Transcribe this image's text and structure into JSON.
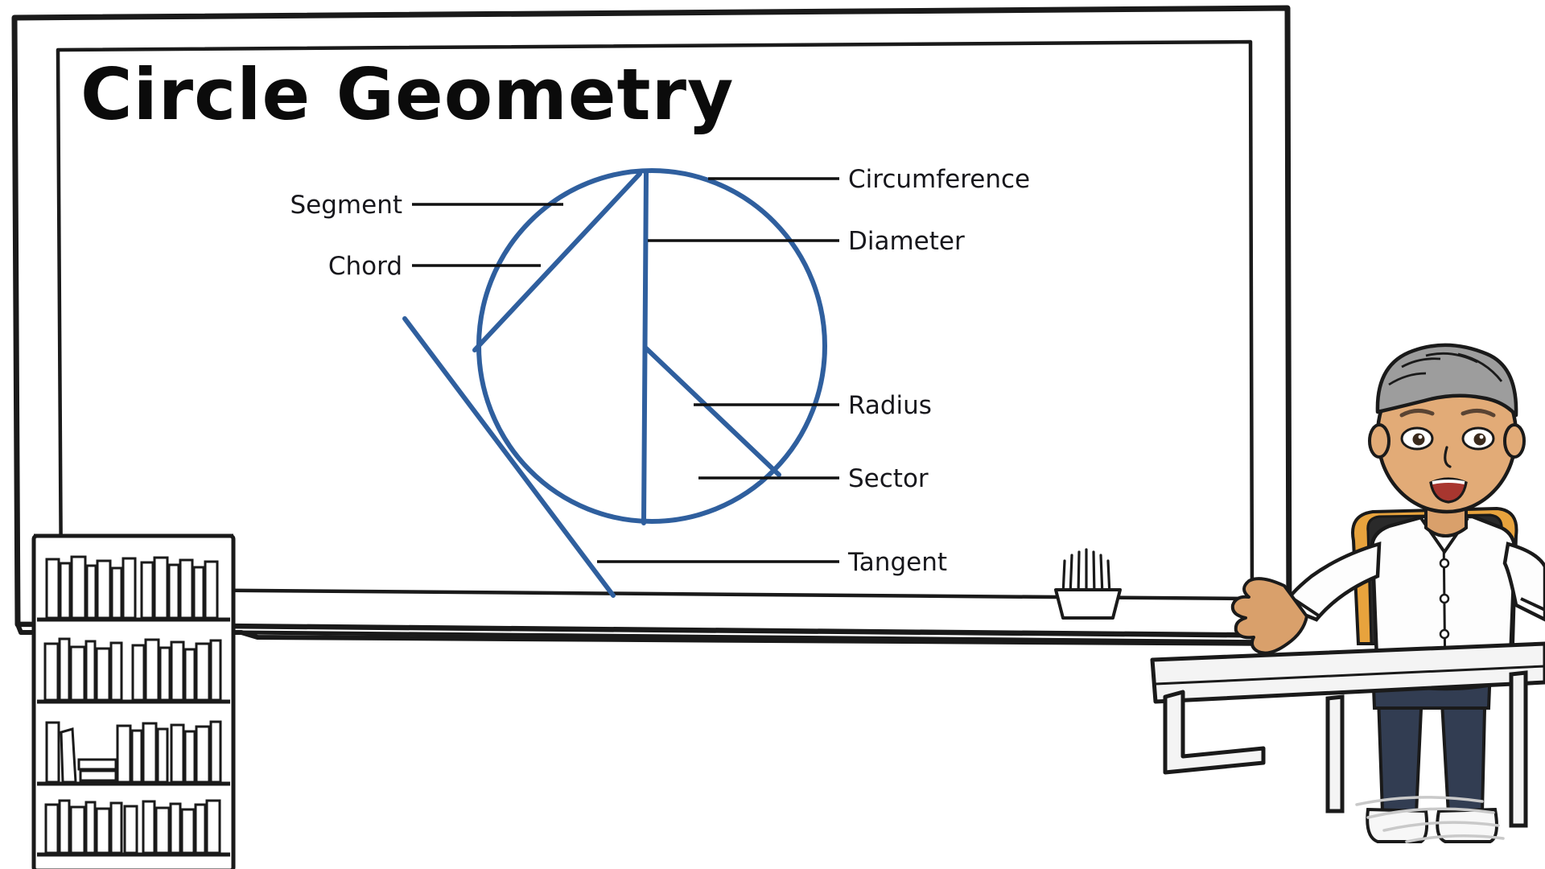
{
  "scene": {
    "background_color": "#ffffff",
    "description": "Classroom whiteboard lesson scene"
  },
  "whiteboard": {
    "name": "whiteboard",
    "frame_color": "#1a1a1a",
    "surface_color": "#ffffff",
    "title": "Circle Geometry"
  },
  "diagram": {
    "name": "circle-geometry-diagram",
    "stroke_color": "#2f5f9e",
    "leader_color": "#111111",
    "label_color": "#17171c",
    "labels_left": [
      {
        "id": "segment",
        "text": "Segment"
      },
      {
        "id": "chord",
        "text": "Chord"
      }
    ],
    "labels_right": [
      {
        "id": "circumference",
        "text": "Circumference"
      },
      {
        "id": "diameter",
        "text": "Diameter"
      },
      {
        "id": "radius",
        "text": "Radius"
      },
      {
        "id": "sector",
        "text": "Sector"
      },
      {
        "id": "tangent",
        "text": "Tangent"
      }
    ]
  },
  "bookshelf": {
    "name": "bookshelf",
    "shelf_count": 4,
    "outline_color": "#1a1a1a",
    "fill_color": "#ffffff"
  },
  "pencil_cup": {
    "name": "pencil-cup",
    "outline_color": "#1a1a1a"
  },
  "desk": {
    "name": "desk",
    "top_color": "#f2f2f2",
    "outline_color": "#1a1a1a"
  },
  "avatar": {
    "name": "teacher-avatar",
    "skin_color": "#d9a06b",
    "hair_color": "#9b9b9b",
    "shirt_color": "#fdfdfd",
    "pants_color": "#2e3a4e",
    "chair_color": "#e6a23c",
    "shoe_color": "#f5f5f5"
  },
  "chart_data": {
    "type": "diagram",
    "title": "Circle Geometry",
    "annotations": [
      "Segment",
      "Chord",
      "Circumference",
      "Diameter",
      "Radius",
      "Sector",
      "Tangent"
    ]
  }
}
